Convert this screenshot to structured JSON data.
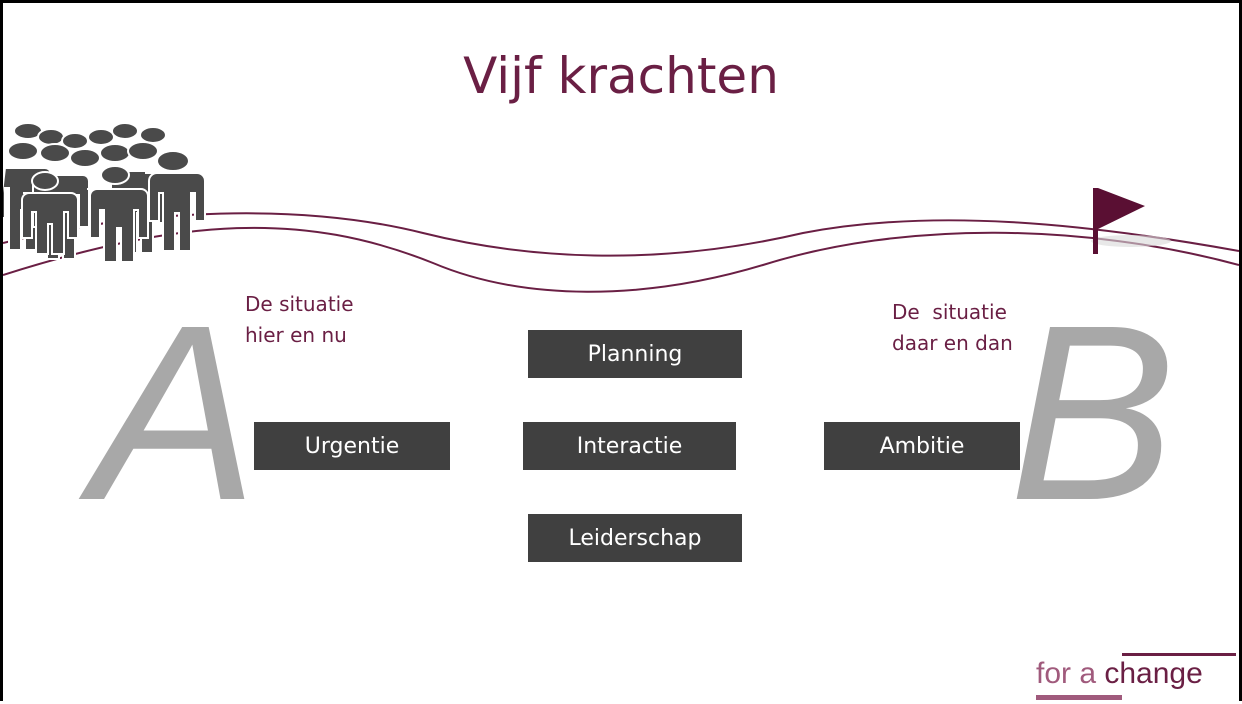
{
  "slide": {
    "title": "Vijf krachten",
    "letter_a": "A",
    "letter_b": "B",
    "caption_left": [
      "De situatie",
      "hier en nu"
    ],
    "caption_right": [
      "De  situatie",
      "daar en dan"
    ],
    "forces": {
      "planning": "Planning",
      "urgentie": "Urgentie",
      "interactie": "Interactie",
      "ambitie": "Ambitie",
      "leiderschap": "Leiderschap"
    },
    "logo": {
      "part1": "for a ",
      "part2": "change"
    },
    "colors": {
      "accent": "#6a1f44",
      "box": "#404040",
      "letters": "#a8a8a8",
      "people": "#4a4a4a",
      "logo_light": "#a05a7c"
    },
    "icons": [
      "crowd-of-people-icon",
      "flag-icon"
    ]
  }
}
